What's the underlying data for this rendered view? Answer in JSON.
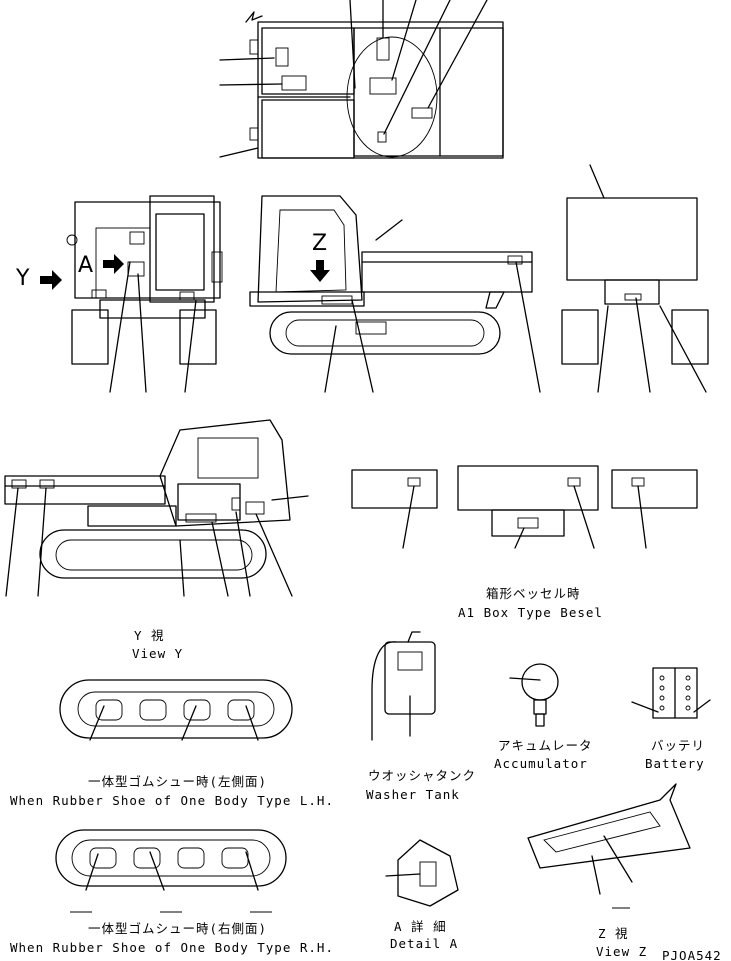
{
  "letters": {
    "view_y_marker": "Y",
    "detail_a_marker": "A",
    "view_z_marker": "Z"
  },
  "captions": {
    "box_type_jp": "箱形ベッセル時",
    "box_type_en": "A1 Box Type Besel",
    "view_y_jp": "Y 視",
    "view_y_en": "View Y",
    "washer_tank_jp": "ウオッシャタンク",
    "washer_tank_en": "Washer Tank",
    "accumulator_jp": "アキュムレータ",
    "accumulator_en": "Accumulator",
    "battery_jp": "バッテリ",
    "battery_en": "Battery",
    "rubber_lh_jp": "一体型ゴムシュー時(左側面)",
    "rubber_lh_en": "When Rubber Shoe of One Body Type L.H.",
    "rubber_rh_jp": "一体型ゴムシュー時(右側面)",
    "rubber_rh_en": "When Rubber Shoe of One Body Type R.H.",
    "detail_a_jp": "A 詳 細",
    "detail_a_en": "Detail A",
    "view_z_jp": "Z 視",
    "view_z_en": "View Z"
  },
  "drawing_id": "PJOA542"
}
